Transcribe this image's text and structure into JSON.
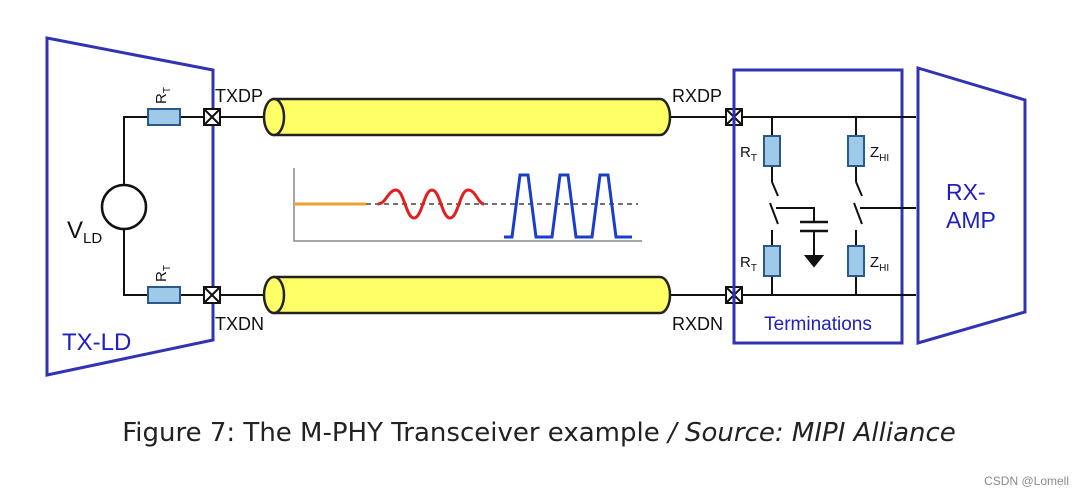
{
  "colors": {
    "frame_blue": "#3232b4",
    "label_blue": "#2020c0",
    "wire": "#111111",
    "resistor_fill": "#9ec9e8",
    "resistor_stroke": "#2a5a8a",
    "cable_fill": "#ffff66",
    "cable_stroke": "#222222",
    "dc_level_orange": "#f0a030",
    "pwm_low_red": "#e02020",
    "pwm_high_blue": "#1a3ecc",
    "axis": "#888888"
  },
  "transmitter": {
    "label": "TX-LD",
    "source_label": "V",
    "source_subscript": "LD",
    "resistor_top_label": "R",
    "resistor_top_subscript": "T",
    "resistor_bottom_label": "R",
    "resistor_bottom_subscript": "T"
  },
  "ports": {
    "txdp": "TXDP",
    "txdn": "TXDN",
    "rxdp": "RXDP",
    "rxdn": "RXDN"
  },
  "terminations": {
    "label": "Terminations",
    "rt_top_label": "R",
    "rt_top_subscript": "T",
    "rt_bottom_label": "R",
    "rt_bottom_subscript": "T",
    "zhi_top_label": "Z",
    "zhi_top_subscript": "HI",
    "zhi_bottom_label": "Z",
    "zhi_bottom_subscript": "HI"
  },
  "receiver": {
    "label_line1": "RX-",
    "label_line2": "AMP"
  },
  "caption": {
    "main": "Figure 7: The M-PHY Transceiver example",
    "separator": " / ",
    "source": "Source: MIPI Alliance"
  },
  "watermark": "CSDN @Lomell"
}
